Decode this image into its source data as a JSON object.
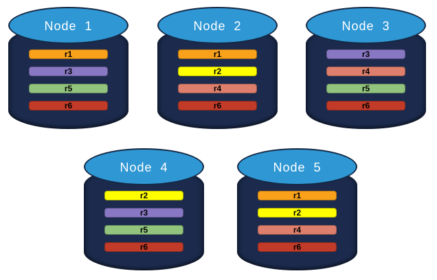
{
  "diagram": {
    "background": "#FFFFFF",
    "palette": {
      "cylinder_body": "#1C2B4D",
      "cylinder_top": "#2E97D4",
      "cylinder_outline": "#152844",
      "title_text": "#FFFFFF",
      "bar_text": "#000000"
    },
    "replica_colors": {
      "r1": "#F9A11B",
      "r2": "#FFFF00",
      "r3": "#8878C4",
      "r4": "#DE7F6D",
      "r5": "#92C47E",
      "r6": "#C23B28"
    },
    "nodes": [
      {
        "label": "Node  1",
        "replicas": [
          "r1",
          "r3",
          "r5",
          "r6"
        ]
      },
      {
        "label": "Node  2",
        "replicas": [
          "r1",
          "r2",
          "r4",
          "r6"
        ]
      },
      {
        "label": "Node  3",
        "replicas": [
          "r3",
          "r4",
          "r5",
          "r6"
        ]
      },
      {
        "label": "Node  4",
        "replicas": [
          "r2",
          "r3",
          "r5",
          "r6"
        ]
      },
      {
        "label": "Node  5",
        "replicas": [
          "r1",
          "r2",
          "r4",
          "r6"
        ]
      }
    ]
  }
}
